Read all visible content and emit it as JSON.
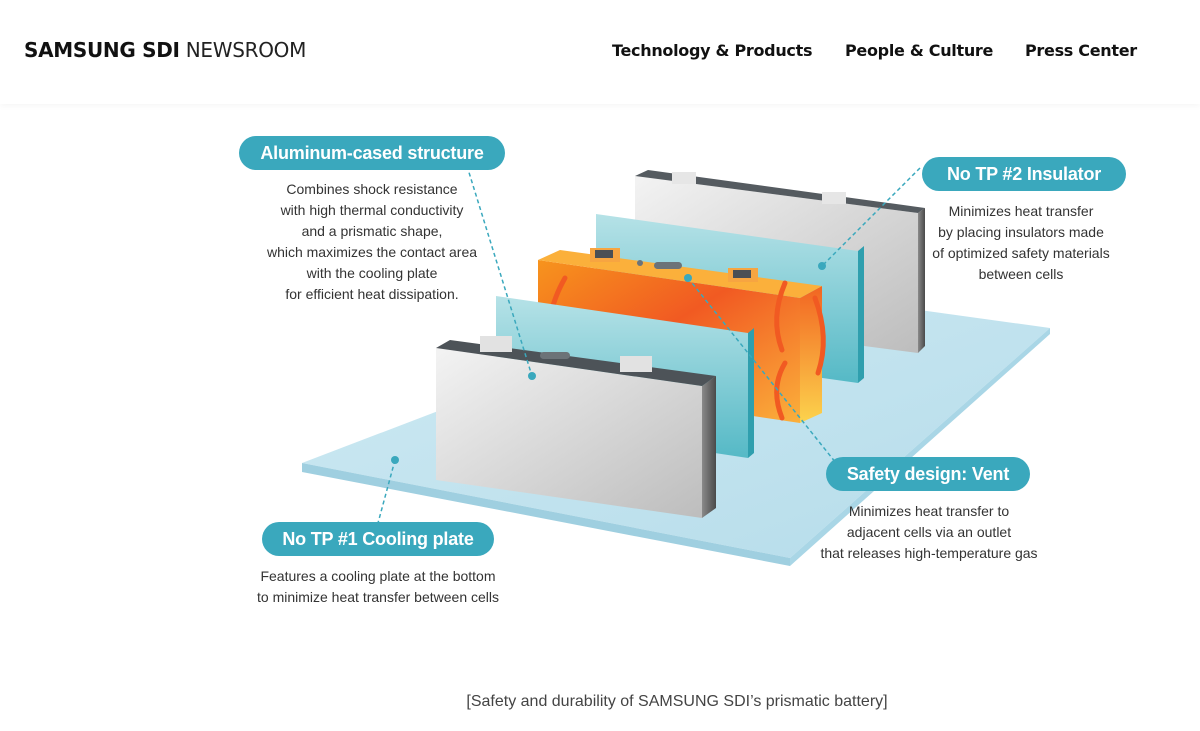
{
  "header": {
    "logo_bold": "SAMSUNG SDI",
    "logo_light": "NEWSROOM",
    "nav": [
      "Technology & Products",
      "People & Culture",
      "Press Center"
    ]
  },
  "figure": {
    "colors": {
      "pill": "#3aa8bd",
      "cell_orange": "#f26522",
      "insulator": "#7fcdd6",
      "plate": "#bfe4f0"
    },
    "callouts": [
      {
        "title": "Aluminum-cased structure",
        "description": "Combines shock resistance\nwith high thermal conductivity\nand a prismatic shape,\nwhich maximizes the contact area\nwith the cooling plate\nfor efficient heat dissipation."
      },
      {
        "title": "No TP #2 Insulator",
        "description": "Minimizes heat transfer\nby placing insulators made\nof optimized safety materials\nbetween cells"
      },
      {
        "title": "Safety design: Vent",
        "description": "Minimizes heat transfer to\nadjacent cells via an outlet\nthat releases high-temperature gas"
      },
      {
        "title": "No TP #1 Cooling plate",
        "description": "Features a cooling plate at the bottom\nto minimize heat transfer between cells"
      }
    ]
  },
  "caption": "[Safety and durability of SAMSUNG SDI’s prismatic battery]"
}
